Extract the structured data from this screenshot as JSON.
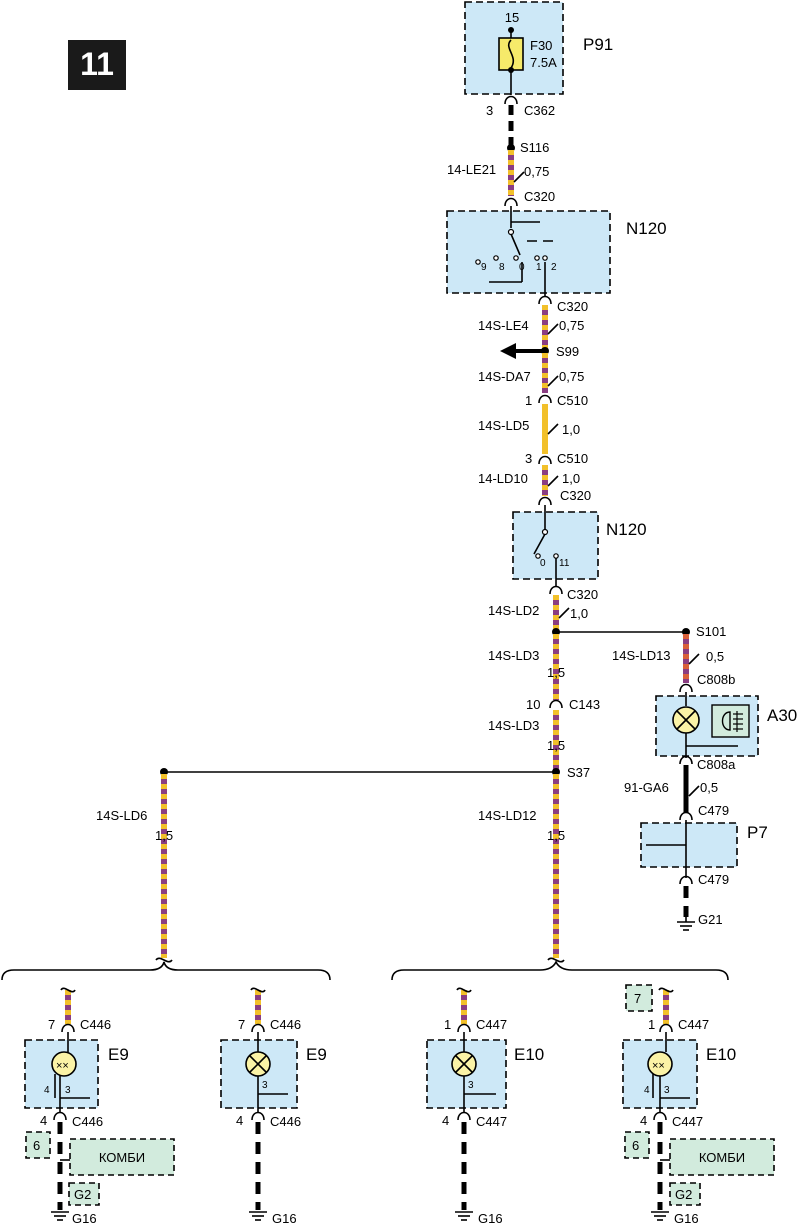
{
  "page_number": "11",
  "fuse_box": {
    "code": "P91",
    "pin_top": "15",
    "fuse": "F30",
    "rating": "7.5A",
    "pin_out": "3",
    "connector": "C362"
  },
  "splices": {
    "s116": "S116",
    "s99": "S99",
    "s101": "S101",
    "s37": "S37"
  },
  "switch_top": {
    "code": "N120",
    "conn": "C320",
    "positions": [
      "9",
      "8",
      "0",
      "1",
      "2"
    ]
  },
  "switch_mid": {
    "code": "N120",
    "conn": "C320",
    "positions": [
      "0",
      "11"
    ]
  },
  "wires": {
    "w1": {
      "name": "14-LE21",
      "gauge": "0,75"
    },
    "w2": {
      "name": "14S-LE4",
      "gauge": "0,75"
    },
    "w3": {
      "name": "14S-DA7",
      "gauge": "0,75"
    },
    "w4": {
      "name": "14S-LD5",
      "gauge": "1,0"
    },
    "w5": {
      "name": "14-LD10",
      "gauge": "1,0"
    },
    "w6": {
      "name": "14S-LD2",
      "gauge": "1,0"
    },
    "w7": {
      "name": "14S-LD3",
      "gauge": "1,5"
    },
    "w8": {
      "name": "14S-LD3",
      "gauge": "1,5"
    },
    "w9": {
      "name": "14S-LD13",
      "gauge": "0,5"
    },
    "w10": {
      "name": "91-GA6",
      "gauge": "0,5"
    },
    "w11": {
      "name": "14S-LD6",
      "gauge": "1,5"
    },
    "w12": {
      "name": "14S-LD12",
      "gauge": "1,5"
    }
  },
  "connectors": {
    "c320_a": "C320",
    "c320_b": "C320",
    "c320_c": "C320",
    "c320_d": "C320",
    "c510_a": "C510",
    "c510_a_pin": "1",
    "c510_b": "C510",
    "c510_b_pin": "3",
    "c143": "C143",
    "c143_pin": "10",
    "c808b": "C808b",
    "c808a": "C808a",
    "c479_a": "C479",
    "c479_b": "C479"
  },
  "a30": {
    "code": "A30"
  },
  "p7": {
    "code": "P7"
  },
  "g21": "G21",
  "lamps": [
    {
      "code": "E9",
      "conn_in": "C446",
      "pin_in": "7",
      "conn_out": "C446",
      "pin_out": "4",
      "inner_left": "4",
      "inner_right": "3",
      "ground": "G16",
      "type": "double"
    },
    {
      "code": "E9",
      "conn_in": "C446",
      "pin_in": "7",
      "conn_out": "C446",
      "pin_out": "4",
      "inner_left": "",
      "inner_right": "3",
      "ground": "G16",
      "type": "single"
    },
    {
      "code": "E10",
      "conn_in": "C447",
      "pin_in": "1",
      "conn_out": "C447",
      "pin_out": "4",
      "inner_left": "",
      "inner_right": "3",
      "ground": "G16",
      "type": "single"
    },
    {
      "code": "E10",
      "conn_in": "C447",
      "pin_in": "1",
      "conn_out": "C447",
      "pin_out": "4",
      "inner_left": "4",
      "inner_right": "3",
      "ground": "G16",
      "type": "double"
    }
  ],
  "refs": {
    "left_num": "6",
    "left_box": "КОМБИ",
    "left_g": "G2",
    "right_top": "7",
    "right_num": "6",
    "right_box": "КОМБИ",
    "right_g": "G2"
  },
  "colors": {
    "violet": "#8a3d82",
    "yellow": "#f2c02a",
    "box_fill": "#cde8f7",
    "green_fill": "#d2ebdd"
  }
}
